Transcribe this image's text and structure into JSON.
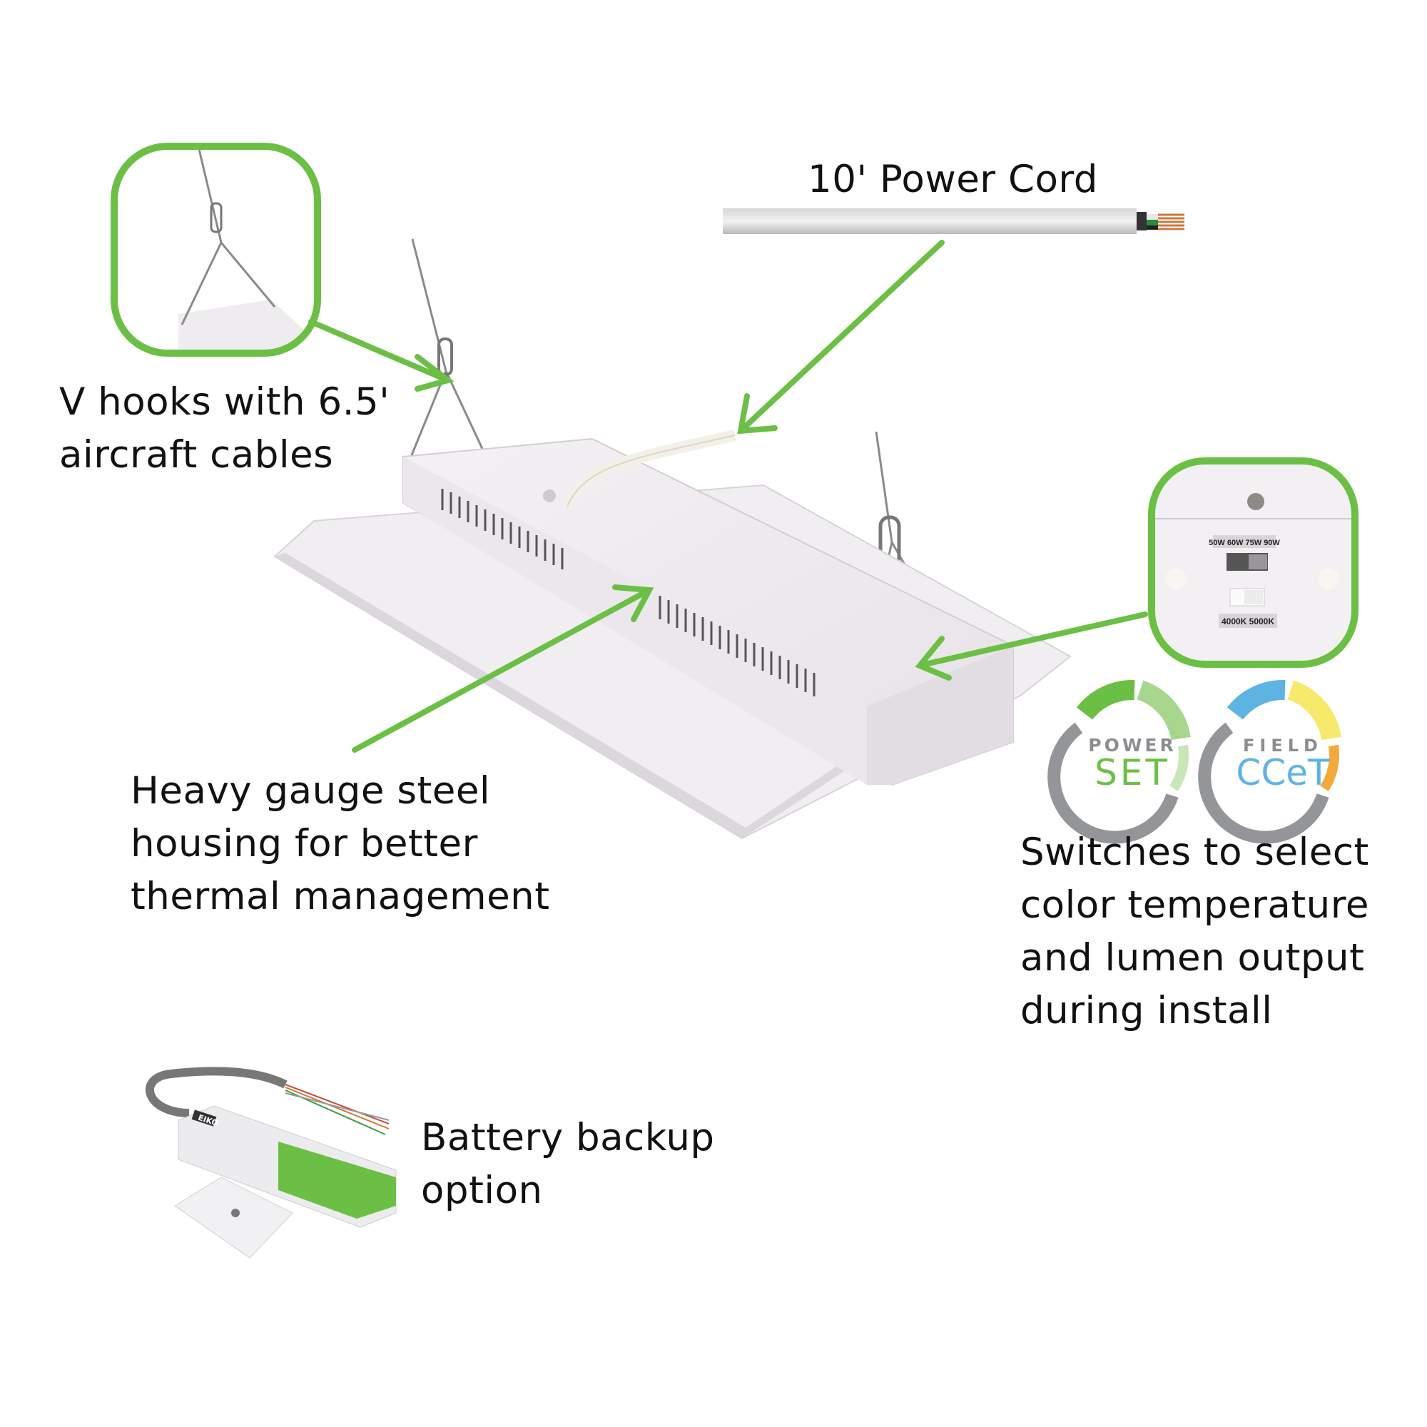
{
  "accent_color": "#6cbf45",
  "callouts": {
    "hooks": "V hooks with 6.5'\naircraft cables",
    "power_cord": "10' Power Cord",
    "housing": "Heavy gauge steel\nhousing for better\nthermal management",
    "switches": "Switches to select\ncolor temperature\nand lumen output\nduring install",
    "battery": "Battery backup\noption"
  },
  "switch_inset": {
    "wattage_label": "50W 60W 75W 90W",
    "cct_label": "4000K  5000K"
  },
  "logos": {
    "power_set": {
      "top": "POWER",
      "bottom": "SET"
    },
    "field_ccet": {
      "top": "FIELD",
      "bottom": "CCeT"
    }
  },
  "battery_brand": "EIKO"
}
